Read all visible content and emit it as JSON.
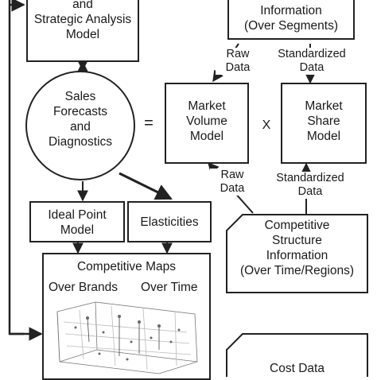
{
  "top_left_box": {
    "line1": "and",
    "line2": "Strategic Analysis",
    "line3": "Model"
  },
  "top_right_box": {
    "line1": "Information",
    "line2": "(Over Segments)"
  },
  "raw_data_top": {
    "line1": "Raw",
    "line2": "Data"
  },
  "standardized_data_top": {
    "line1": "Standardized",
    "line2": "Data"
  },
  "sales_forecasts": {
    "line1": "Sales",
    "line2": "Forecasts",
    "line3": "and",
    "line4": "Diagnostics"
  },
  "equals_sign": "=",
  "times_sign": "X",
  "market_volume": {
    "line1": "Market",
    "line2": "Volume",
    "line3": "Model"
  },
  "market_share": {
    "line1": "Market",
    "line2": "Share",
    "line3": "Model"
  },
  "raw_data_bottom": {
    "line1": "Raw",
    "line2": "Data"
  },
  "standardized_data_bottom": {
    "line1": "Standardized",
    "line2": "Data"
  },
  "ideal_point": {
    "line1": "Ideal Point",
    "line2": "Model"
  },
  "elasticities": "Elasticities",
  "competitive_structure": {
    "line1": "Competitive",
    "line2": "Structure",
    "line3": "Information",
    "line4": "(Over Time/Regions)"
  },
  "competitive_maps": {
    "title": "Competitive Maps",
    "left": "Over Brands",
    "right": "Over Time"
  },
  "cost_data": "Cost Data",
  "colors": {
    "line": "#222222",
    "background": "#ffffff"
  }
}
